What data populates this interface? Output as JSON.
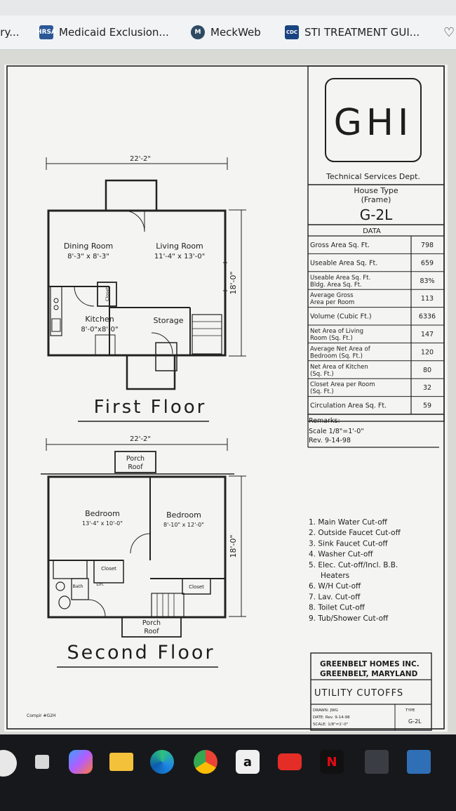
{
  "bookmarks": [
    {
      "label": "...ry...",
      "icon": "partial-icon"
    },
    {
      "label": "Medicaid Exclusion...",
      "icon": "hrsa-icon",
      "icon_text": "HRSA"
    },
    {
      "label": "MeckWeb",
      "icon": "meckweb-icon",
      "icon_text": "M"
    },
    {
      "label": "STI TREATMENT GUI...",
      "icon": "cdc-icon",
      "icon_text": "CDC"
    }
  ],
  "logo": {
    "text": "GHI",
    "dept": "Technical Services Dept."
  },
  "house": {
    "type_label": "House Type",
    "frame": "(Frame)",
    "code": "G-2L"
  },
  "data_header": "DATA",
  "data_rows": [
    {
      "label": [
        "Gross Area Sq. Ft."
      ],
      "value": "798"
    },
    {
      "label": [
        "Useable Area Sq. Ft."
      ],
      "value": "659"
    },
    {
      "label": [
        "Useable Area Sq. Ft.",
        "Bldg. Area Sq. Ft."
      ],
      "value": "83%"
    },
    {
      "label": [
        "Average Gross",
        "Area per Room"
      ],
      "value": "113"
    },
    {
      "label": [
        "Volume (Cubic Ft.)"
      ],
      "value": "6336"
    },
    {
      "label": [
        "Net Area of Living",
        "Room (Sq. Ft.)"
      ],
      "value": "147"
    },
    {
      "label": [
        "Average Net Area of",
        "Bedroom (Sq. Ft.)"
      ],
      "value": "120"
    },
    {
      "label": [
        "Net Area of Kitchen",
        "(Sq. Ft.)"
      ],
      "value": "80"
    },
    {
      "label": [
        "Closet Area per Room",
        "(Sq. Ft.)"
      ],
      "value": "32"
    },
    {
      "label": [
        "Circulation Area Sq. Ft."
      ],
      "value": "59"
    }
  ],
  "remarks": {
    "title": "Remarks:",
    "scale": "Scale 1/8\"=1'-0\"",
    "rev": "Rev. 9-14-98"
  },
  "cutoffs": [
    "1. Main Water Cut-off",
    "2. Outside Faucet Cut-off",
    "3. Sink Faucet Cut-off",
    "4. Washer Cut-off",
    "5. Elec. Cut-off/Incl. B.B.",
    "Heaters",
    "6. W/H Cut-off",
    "7. Lav. Cut-off",
    "8. Toilet Cut-off",
    "9. Tub/Shower Cut-off"
  ],
  "company": {
    "line1": "GREENBELT HOMES INC.",
    "line2": "GREENBELT, MARYLAND"
  },
  "sheet_title": "UTILITY CUTOFFS",
  "titleblock": {
    "drawn": "DRAWN: JWG",
    "date": "DATE: Rev. 9-14-98",
    "scale": "SCALE: 1/8\"=1'-0\"",
    "type_label": "TYPE",
    "type": "G-2L"
  },
  "first_floor": {
    "title": "First Floor",
    "width": "22'-2\"",
    "depth": "18'-0\"",
    "rooms": [
      {
        "name": "Dining Room",
        "size": "8'-3\" x 8'-3\""
      },
      {
        "name": "Living Room",
        "size": "11'-4\" x 13'-0\""
      },
      {
        "name": "Kitchen",
        "size": "8'-0\"x8'-0\""
      },
      {
        "name": "Storage",
        "size": ""
      },
      {
        "name": "Closet",
        "size": ""
      }
    ]
  },
  "second_floor": {
    "title": "Second Floor",
    "width": "22'-2\"",
    "depth": "18'-0\"",
    "porch_top": [
      "Porch",
      "Roof"
    ],
    "porch_bottom": [
      "Porch",
      "Roof"
    ],
    "rooms": [
      {
        "name": "Bedroom",
        "size": "13'-4\" x 10'-0\""
      },
      {
        "name": "Bedroom",
        "size": "8'-10\" x 12'-0\""
      },
      {
        "name": "Closet",
        "size": ""
      },
      {
        "name": "Closet",
        "size": ""
      },
      {
        "name": "Bath",
        "size": ""
      },
      {
        "name": "Lin.",
        "size": ""
      }
    ]
  },
  "compiler": "Compir #G2H",
  "taskbar": [
    {
      "name": "search",
      "icon": "search-icon"
    },
    {
      "name": "task-view",
      "icon": "task-view-icon"
    },
    {
      "name": "copilot",
      "icon": "copilot-icon"
    },
    {
      "name": "file-explorer",
      "icon": "folder-icon"
    },
    {
      "name": "edge",
      "icon": "edge-icon"
    },
    {
      "name": "chrome",
      "icon": "chrome-icon"
    },
    {
      "name": "amazon",
      "icon": "amazon-icon",
      "glyph": "a"
    },
    {
      "name": "youtube",
      "icon": "youtube-icon"
    },
    {
      "name": "netflix",
      "icon": "netflix-icon",
      "glyph": "N"
    },
    {
      "name": "calculator",
      "icon": "calculator-icon"
    },
    {
      "name": "app",
      "icon": "app-icon"
    }
  ],
  "colors": {
    "paper": "#f4f4f2",
    "ink": "#1d1d1d",
    "taskbar": "#17181c"
  }
}
